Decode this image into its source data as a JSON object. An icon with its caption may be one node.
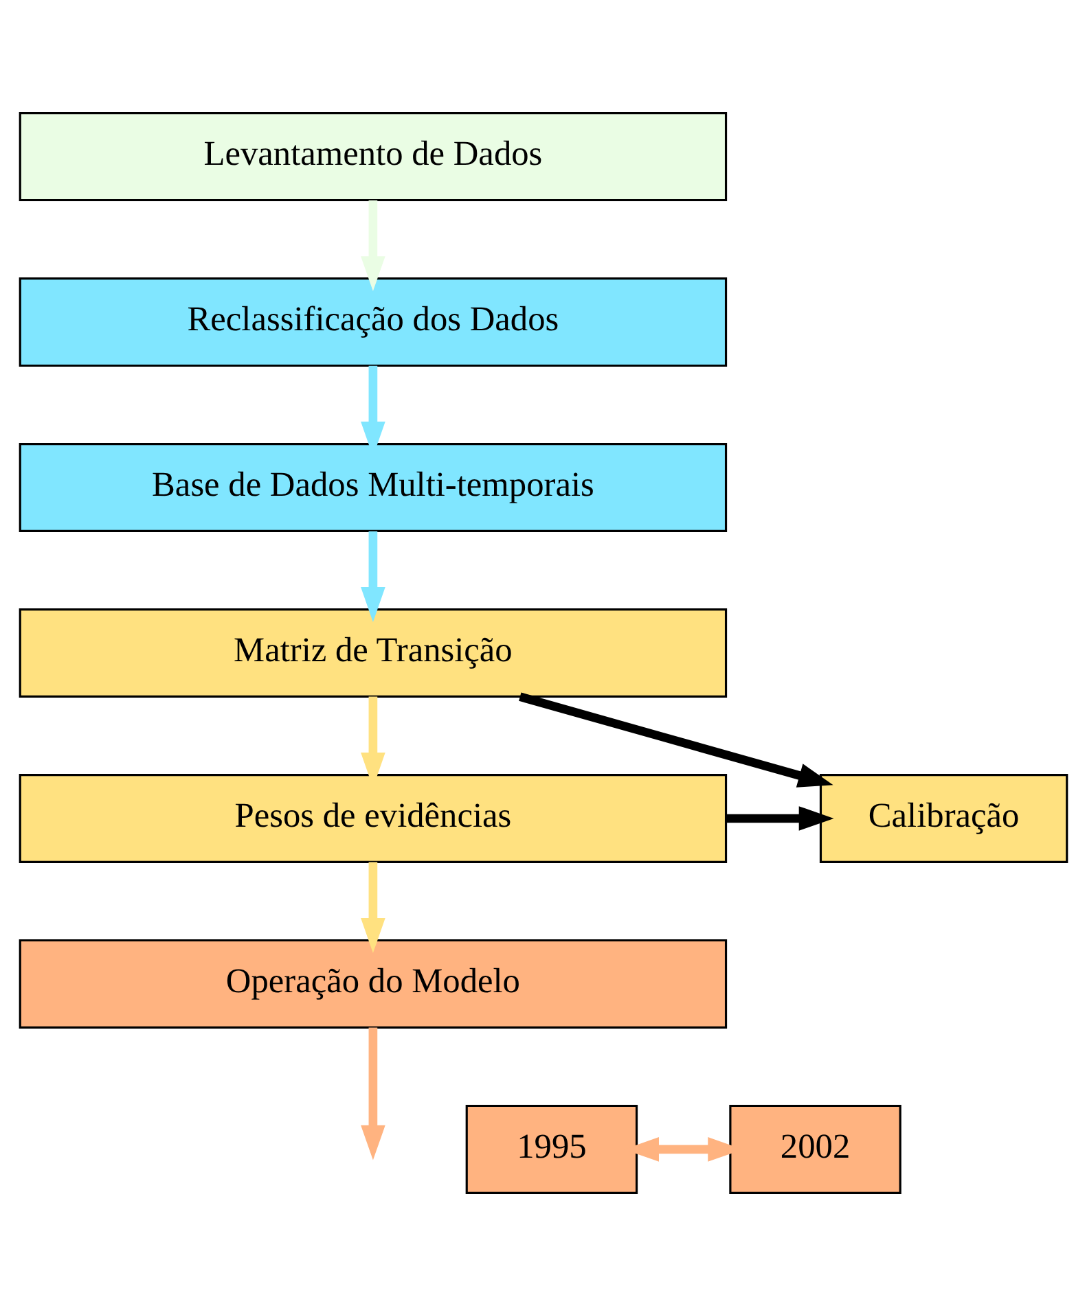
{
  "diagram": {
    "nodes": [
      {
        "text": [
          "Levantamento de Dados"
        ]
      },
      {
        "text": [
          "Reclassificação dos Dados"
        ]
      },
      {
        "text": [
          "Base de Dados Multi-temporais"
        ]
      },
      {
        "text": [
          "Matriz de Transição"
        ]
      },
      {
        "text": [
          "Pesos de evidências"
        ]
      },
      {
        "text": [
          "Operação do Modelo"
        ]
      },
      {
        "text": [
          "1995"
        ]
      },
      {
        "text": [
          "2002"
        ]
      },
      {
        "text": [
          "Calibração"
        ]
      }
    ],
    "edges": [
      {
        "from": 0,
        "to": 1,
        "arrow": "to",
        "color": "#eafde4"
      },
      {
        "from": 1,
        "to": 2,
        "arrow": "to",
        "color": "#80e6ff"
      },
      {
        "from": 2,
        "to": 3,
        "arrow": "to",
        "color": "#80e6ff"
      },
      {
        "from": 3,
        "to": 4,
        "arrow": "to",
        "color": "#ffe180"
      },
      {
        "from": 4,
        "to": 5,
        "arrow": "to",
        "color": "#ffe180"
      },
      {
        "from": 5,
        "to": null,
        "arrow": "to",
        "color": "#ffb380"
      },
      {
        "from": 6,
        "to": 7,
        "arrow": "both",
        "color": "#ffb380"
      },
      {
        "from": 3,
        "to": 8,
        "arrow": "to",
        "color": "#000000"
      },
      {
        "from": 4,
        "to": 8,
        "arrow": "to",
        "color": "#000000"
      }
    ]
  }
}
